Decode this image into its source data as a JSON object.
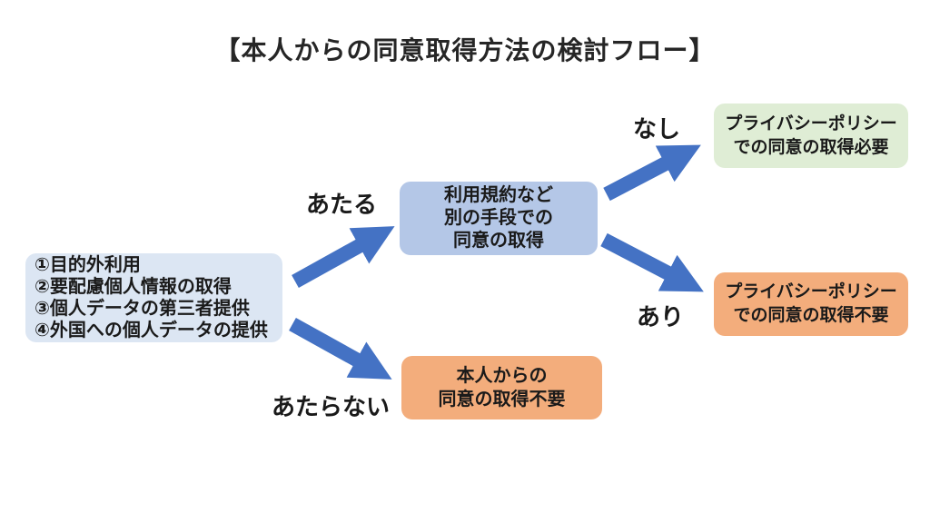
{
  "title": "【本人からの同意取得方法の検討フロー】",
  "nodes": {
    "trigger_list": {
      "lines": [
        "①目的外利用",
        "②要配慮個人情報の取得",
        "③個人データの第三者提供",
        "④外国への個人データの提供"
      ]
    },
    "alternative_consent": {
      "lines": [
        "利用規約など",
        "別の手段での",
        "同意の取得"
      ]
    },
    "pp_consent_required": {
      "lines": [
        "プライバシーポリシー",
        "での同意の取得必要"
      ]
    },
    "pp_consent_not_required": {
      "lines": [
        "プライバシーポリシー",
        "での同意の取得不要"
      ]
    },
    "no_consent_needed": {
      "lines": [
        "本人からの",
        "同意の取得不要"
      ]
    }
  },
  "edge_labels": {
    "ataru": "あたる",
    "ataranai": "あたらない",
    "nashi": "なし",
    "ari": "あり"
  },
  "colors": {
    "arrow": "#4472C4",
    "trigger_box_bg": "#DCE6F3",
    "alternative_box_bg": "#B4C7E7",
    "required_box_bg": "#DFEDD5",
    "not_required_box_bg": "#F3AD7C",
    "no_consent_box_bg": "#F3AD7C",
    "title_text": "#262626",
    "body_text": "#1A1A1A"
  }
}
